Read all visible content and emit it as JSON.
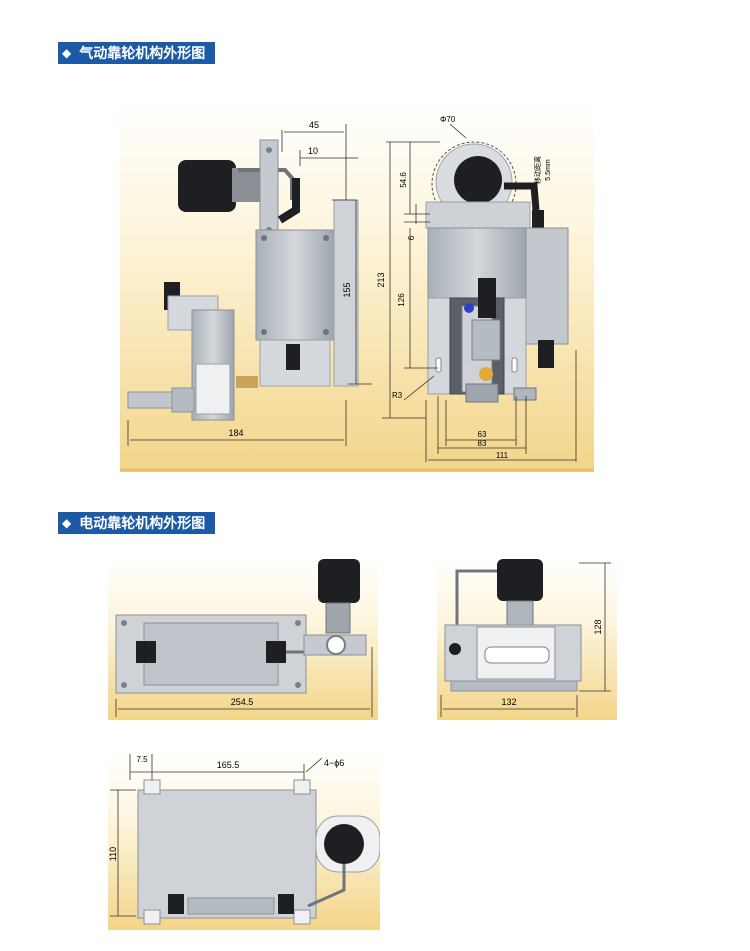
{
  "sections": [
    {
      "title": "气动靠轮机构外形图",
      "bullet": "◆"
    },
    {
      "title": "电动靠轮机构外形图",
      "bullet": "◆"
    }
  ],
  "pneumatic": {
    "dims": {
      "d45": "45",
      "d10": "10",
      "d155": "155",
      "d213": "213",
      "d184": "184",
      "phi70": "Φ70",
      "d54_6": "54.6",
      "d6": "6",
      "d126": "126",
      "r3": "R3",
      "d63": "63",
      "d83": "83",
      "d111": "111",
      "travel": "移动距离",
      "travel_mm": "5.5mm"
    }
  },
  "electric": {
    "dims": {
      "d254_5": "254.5",
      "d132": "132",
      "d128": "128",
      "d7_5": "7.5",
      "d165_5": "165.5",
      "holes": "4−ϕ6",
      "d110": "110"
    }
  },
  "colors": {
    "header_bg": "#1d5aa6",
    "panel_gradient_top": "#fdf5dd",
    "panel_gradient_bottom": "#f3d589",
    "body_gray": "#b9bfc6",
    "motor_black": "#1e1f22"
  }
}
